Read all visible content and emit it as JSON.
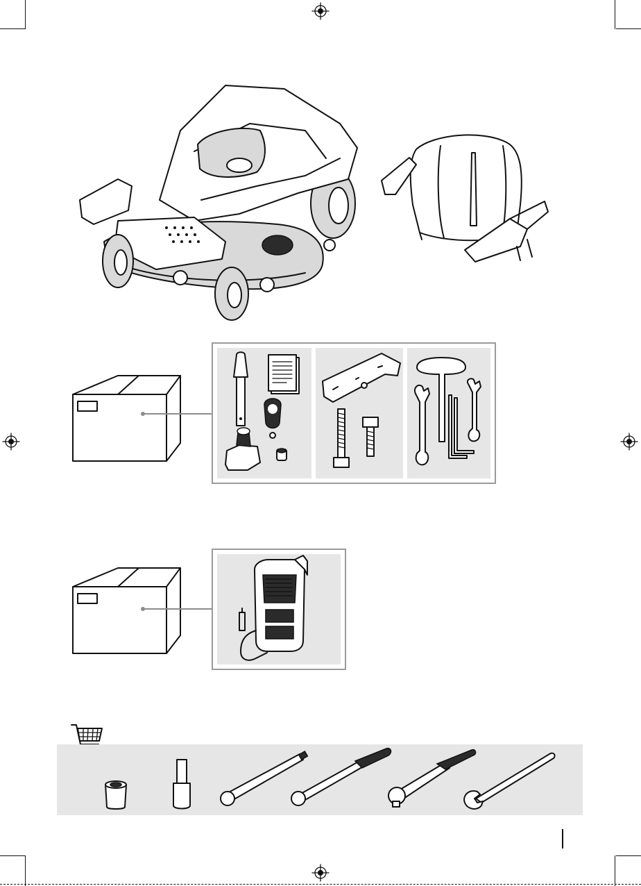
{
  "colors": {
    "ink": "#111111",
    "panel_gray": "#e6e6e6",
    "panel_border": "#9a9a9a",
    "connector_gray": "#8c8c8c"
  },
  "icons": {
    "registration": "registration-mark-icon",
    "cart": "shopping-cart-icon",
    "box": "cardboard-box-icon"
  },
  "sections": {
    "main_illustration": [
      "zero-turn-mower",
      "mower-seat"
    ],
    "parts_box_1": {
      "groups": [
        [
          "control-lever-handle",
          "documents",
          "key-fob",
          "joystick-control",
          "small-nut"
        ],
        [
          "seat-mounting-bracket",
          "long-bolt",
          "short-bolt"
        ],
        [
          "t-handle-wrench",
          "open-end-wrench",
          "hex-keys",
          "open-end-wrench-small"
        ]
      ]
    },
    "parts_box_2": {
      "groups": [
        [
          "battery-charger"
        ]
      ]
    },
    "required_tools": [
      "socket",
      "socket-extension",
      "torque-wrench",
      "extension-torque-wrench",
      "ratchet",
      "open-end-wrench-long"
    ]
  }
}
